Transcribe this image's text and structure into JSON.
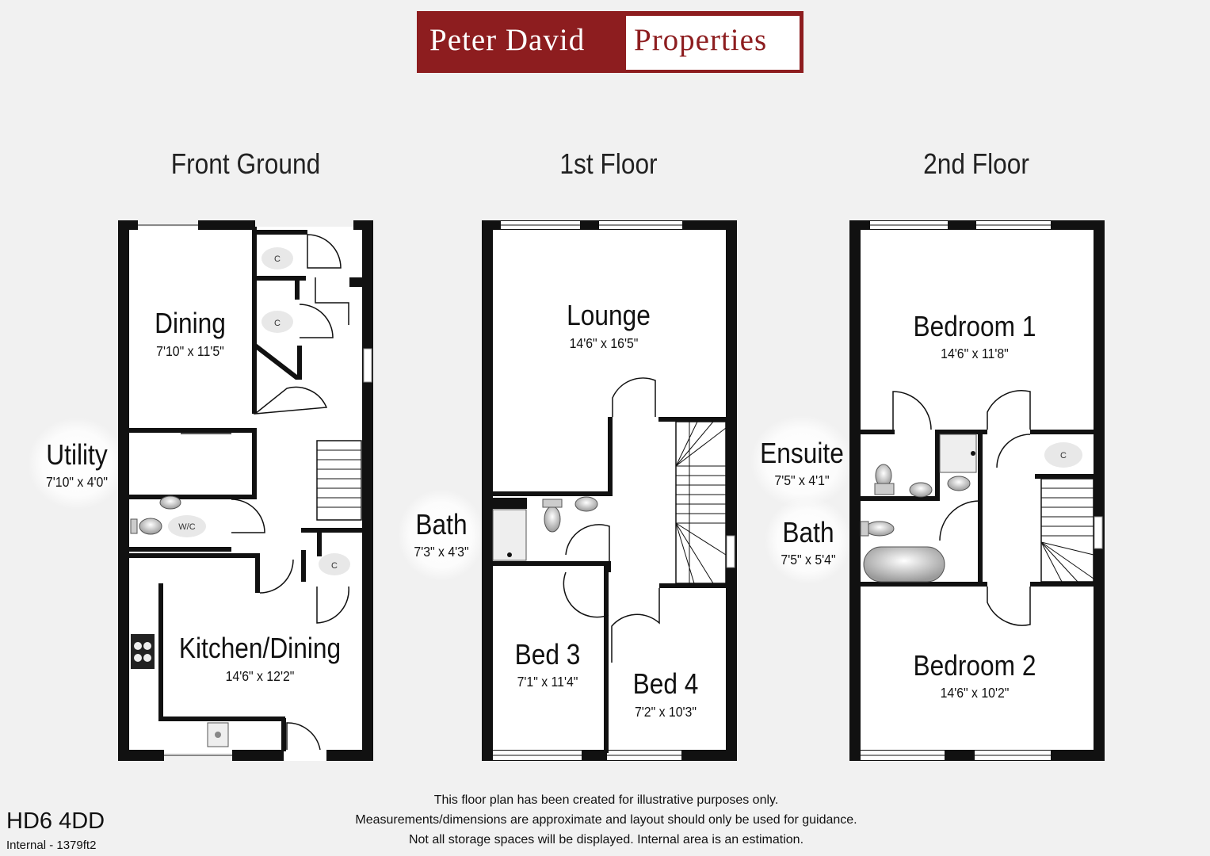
{
  "brand": {
    "part1": "Peter David",
    "part2": "Properties"
  },
  "floors": [
    {
      "title": "Front Ground"
    },
    {
      "title": "1st Floor"
    },
    {
      "title": "2nd Floor"
    }
  ],
  "rooms": {
    "dining": {
      "name": "Dining",
      "dims": "7'10\" x 11'5\""
    },
    "utility": {
      "name": "Utility",
      "dims": "7'10\" x 4'0\""
    },
    "kitchen": {
      "name": "Kitchen/Dining",
      "dims": "14'6\" x 12'2\""
    },
    "lounge": {
      "name": "Lounge",
      "dims": "14'6\" x 16'5\""
    },
    "bath1": {
      "name": "Bath",
      "dims": "7'3\" x 4'3\""
    },
    "bed3": {
      "name": "Bed 3",
      "dims": "7'1\" x 11'4\""
    },
    "bed4": {
      "name": "Bed 4",
      "dims": "7'2\" x 10'3\""
    },
    "bedroom1": {
      "name": "Bedroom 1",
      "dims": "14'6\" x 11'8\""
    },
    "ensuite": {
      "name": "Ensuite",
      "dims": "7'5\" x 4'1\""
    },
    "bath2": {
      "name": "Bath",
      "dims": "7'5\" x 5'4\""
    },
    "bedroom2": {
      "name": "Bedroom 2",
      "dims": "14'6\" x 10'2\""
    }
  },
  "fixtures": {
    "cupboard": "C",
    "wc": "W/C"
  },
  "disclaimer": [
    "This floor plan has been created for illustrative purposes only.",
    "Measurements/dimensions are approximate and layout should only be used for guidance.",
    "Not all storage spaces will be displayed. Internal area is an estimation."
  ],
  "postcode": "HD6 4DD",
  "internal_area": "Internal - 1379ft2",
  "colors": {
    "brand": "#8d1d1f",
    "wall": "#111111",
    "background": "#f1f1f1"
  }
}
